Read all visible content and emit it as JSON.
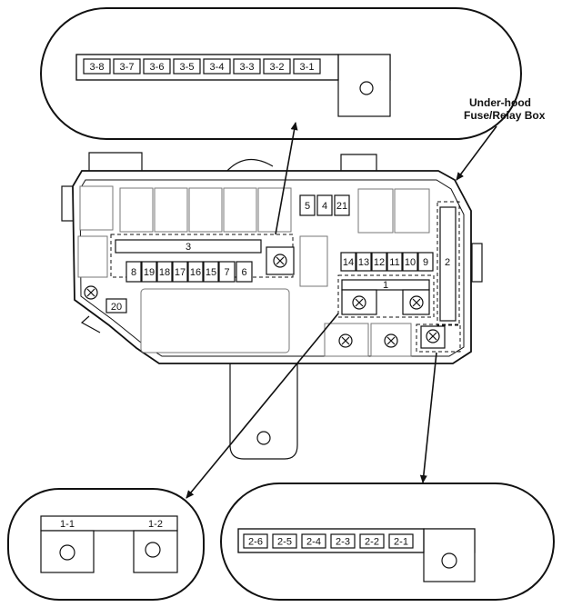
{
  "caption": {
    "line1": "Under-hood",
    "line2": "Fuse/Relay Box"
  },
  "top_detail": {
    "fuses": [
      "3-8",
      "3-7",
      "3-6",
      "3-5",
      "3-4",
      "3-3",
      "3-2",
      "3-1"
    ]
  },
  "bottom_left_detail": {
    "labels": [
      "1-1",
      "1-2"
    ]
  },
  "bottom_right_detail": {
    "fuses": [
      "2-6",
      "2-5",
      "2-4",
      "2-3",
      "2-2",
      "2-1"
    ]
  },
  "box": {
    "row_top": [
      "5",
      "4",
      "21"
    ],
    "bar_label": "3",
    "small_row": [
      "8",
      "19",
      "18",
      "17",
      "16",
      "15"
    ],
    "small_pair": [
      "7",
      "6"
    ],
    "right_row": [
      "14",
      "13",
      "12",
      "11",
      "10",
      "9"
    ],
    "relay_label": "1",
    "vertical_label": "2",
    "fuse_20": "20"
  }
}
